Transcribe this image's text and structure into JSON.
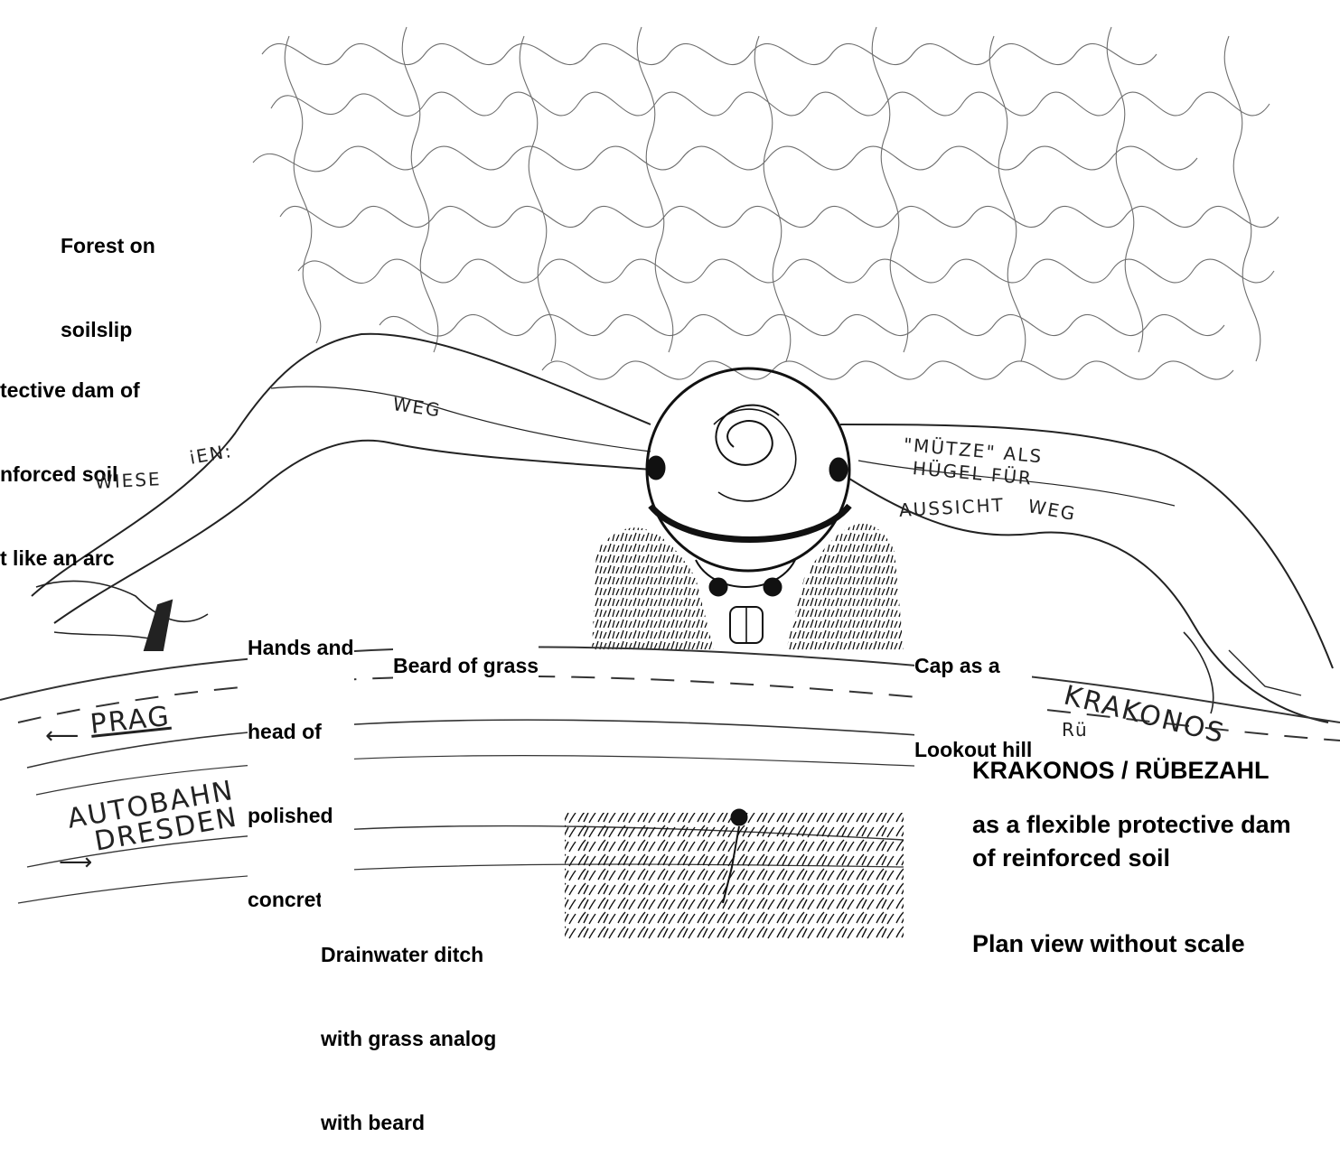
{
  "labels": {
    "forest": [
      "Forest on",
      "soilslip"
    ],
    "dam": [
      "tective dam of",
      "nforced soil",
      "t like an arc"
    ],
    "hands": [
      "Hands and",
      "head of",
      "polished",
      "concrete"
    ],
    "beard": "Beard of grass",
    "cap": [
      "Cap as a",
      "Lookout hill"
    ],
    "ditch": [
      "Drainwater ditch",
      "with grass analog",
      "with beard"
    ]
  },
  "handwriting": {
    "weg_left": "WEG",
    "wiese": "WIESE",
    "fragment": "iEN:",
    "muetze_1": "\"MÜTZE\" ALS",
    "muetze_2": "HÜGEL FÜR",
    "aussicht": "AUSSICHT",
    "weg_right": "WEG",
    "krakonos": "KRAKONOS",
    "ruebe": "Rü",
    "prag": "PRAG",
    "autobahn": "AUTOBAHN",
    "dresden": "DRESDEN"
  },
  "title": {
    "line1": "KRAKONOS  /  RÜBEZAHL",
    "line2": "as a flexible protective dam",
    "line3": "of reinforced soil",
    "line4": "Plan view  without scale"
  }
}
